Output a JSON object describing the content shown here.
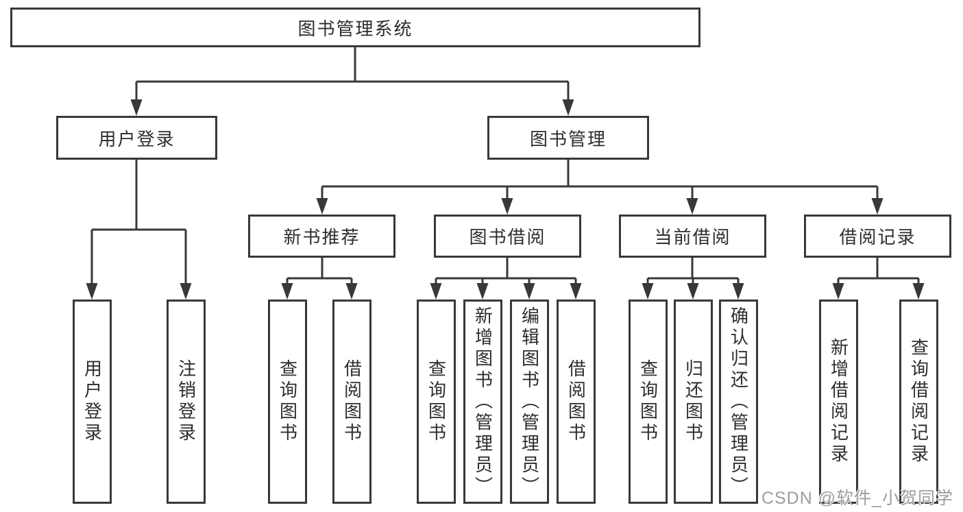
{
  "diagram": {
    "type": "hierarchy-tree",
    "line_color": "#383838",
    "box_border_color": "#383838",
    "background_color": "#ffffff",
    "text_color": "#2d2d2d"
  },
  "tree": {
    "label": "图书管理系统",
    "children": [
      {
        "label": "用户登录",
        "children": [
          {
            "label": "用户登录"
          },
          {
            "label": "注销登录"
          }
        ]
      },
      {
        "label": "图书管理",
        "children": [
          {
            "label": "新书推荐",
            "children": [
              {
                "label": "查询图书"
              },
              {
                "label": "借阅图书"
              }
            ]
          },
          {
            "label": "图书借阅",
            "children": [
              {
                "label": "查询图书"
              },
              {
                "label": "新增图书（管理员）"
              },
              {
                "label": "编辑图书（管理员）"
              },
              {
                "label": "借阅图书"
              }
            ]
          },
          {
            "label": "当前借阅",
            "children": [
              {
                "label": "查询图书"
              },
              {
                "label": "归还图书"
              },
              {
                "label": "确认归还（管理员）"
              }
            ]
          },
          {
            "label": "借阅记录",
            "children": [
              {
                "label": "新增借阅记录"
              },
              {
                "label": "查询借阅记录"
              }
            ]
          }
        ]
      }
    ]
  },
  "watermark": {
    "text": "CSDN @软件_小贺同学"
  }
}
